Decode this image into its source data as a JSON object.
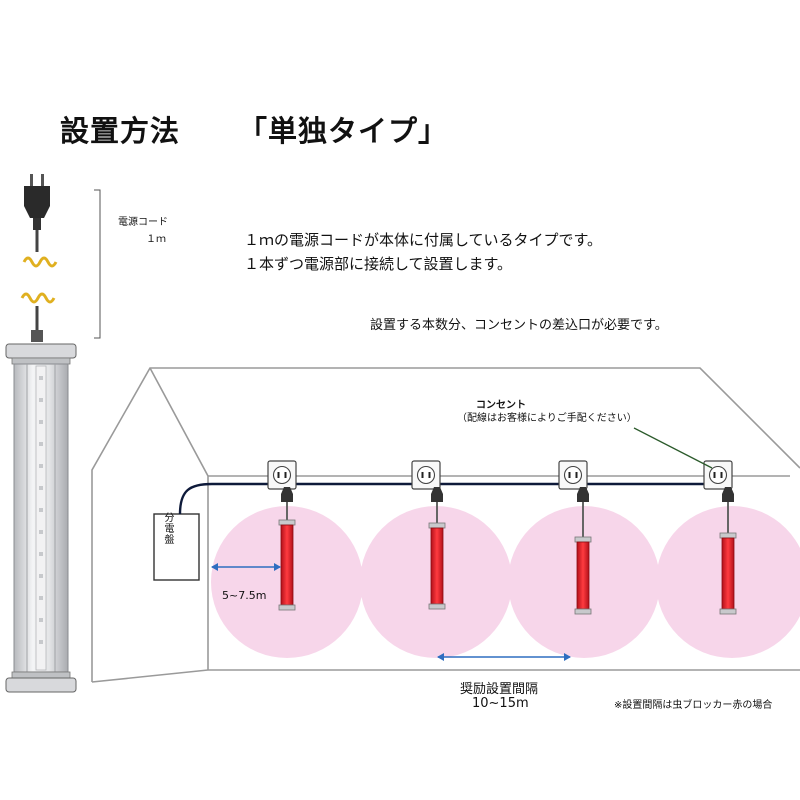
{
  "title": "設置方法",
  "title_type": "「単独タイプ」",
  "cord": {
    "label": "電源コード",
    "length": "１ｍ"
  },
  "description": {
    "line1": "１ｍの電源コードが本体に付属しているタイプです。",
    "line2": "１本ずつ電源部に接続して設置します。"
  },
  "outlet_note": "設置する本数分、コンセントの差込口が必要です。",
  "outlet": {
    "label": "コンセント",
    "sub": "（配線はお客様によりご手配ください）"
  },
  "panel": "分電盤",
  "left_distance": "5~7.5m",
  "spacing": {
    "label": "奨励設置間隔",
    "range": "10~15m"
  },
  "footnote": "※設置間隔は虫ブロッカー赤の場合",
  "colors": {
    "light_zone": "#f7d6ea",
    "lamp_red": "#e8202a",
    "wire": "#0e1a3a",
    "arrow": "#2f6ec0",
    "leader": "#2b5a2b",
    "coil": "#e0b020"
  }
}
